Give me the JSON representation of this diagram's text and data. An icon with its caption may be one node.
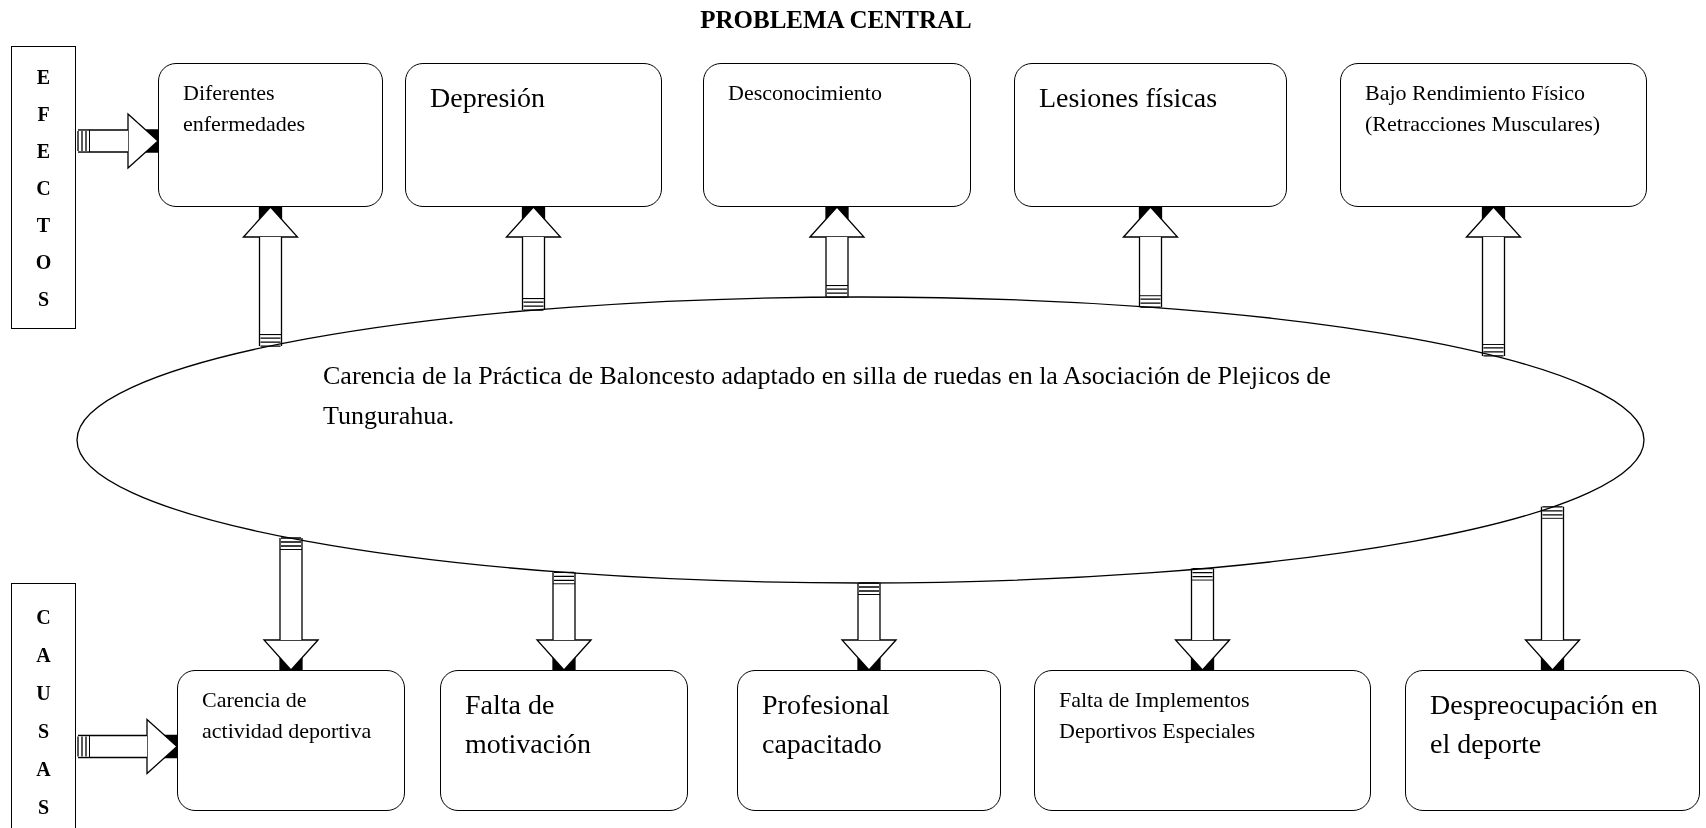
{
  "diagram": {
    "title": "PROBLEMA CENTRAL",
    "nodes": [
      {
        "text": [
          "EFECTOS"
        ]
      },
      {
        "text": [
          "Diferentes enfermedades"
        ]
      },
      {
        "text": [
          "Depresión"
        ]
      },
      {
        "text": [
          "Desconocimiento"
        ]
      },
      {
        "text": [
          "Lesiones físicas"
        ]
      },
      {
        "text": [
          "Bajo Rendimiento Físico (Retracciones Musculares)"
        ]
      },
      {
        "text": [
          "Carencia de la Práctica de Baloncesto adaptado en silla de ruedas en la Asociación de Plejicos de Tungurahua."
        ]
      },
      {
        "text": [
          "CAUSAS"
        ]
      },
      {
        "text": [
          "Carencia de actividad deportiva"
        ]
      },
      {
        "text": [
          "Falta de motivación"
        ]
      },
      {
        "text": [
          "Profesional capacitado"
        ]
      },
      {
        "text": [
          "Falta de Implementos Deportivos Especiales"
        ]
      },
      {
        "text": [
          "Despreocupación en el deporte"
        ]
      }
    ],
    "edges": [
      {
        "from": 0,
        "to": 1,
        "arrow": "to"
      },
      {
        "from": 6,
        "to": 1,
        "arrow": "to"
      },
      {
        "from": 6,
        "to": 2,
        "arrow": "to"
      },
      {
        "from": 6,
        "to": 3,
        "arrow": "to"
      },
      {
        "from": 6,
        "to": 4,
        "arrow": "to"
      },
      {
        "from": 6,
        "to": 5,
        "arrow": "to"
      },
      {
        "from": 6,
        "to": 8,
        "arrow": "to"
      },
      {
        "from": 6,
        "to": 9,
        "arrow": "to"
      },
      {
        "from": 6,
        "to": 10,
        "arrow": "to"
      },
      {
        "from": 6,
        "to": 11,
        "arrow": "to"
      },
      {
        "from": 6,
        "to": 12,
        "arrow": "to"
      },
      {
        "from": 7,
        "to": 8,
        "arrow": "to"
      }
    ]
  }
}
